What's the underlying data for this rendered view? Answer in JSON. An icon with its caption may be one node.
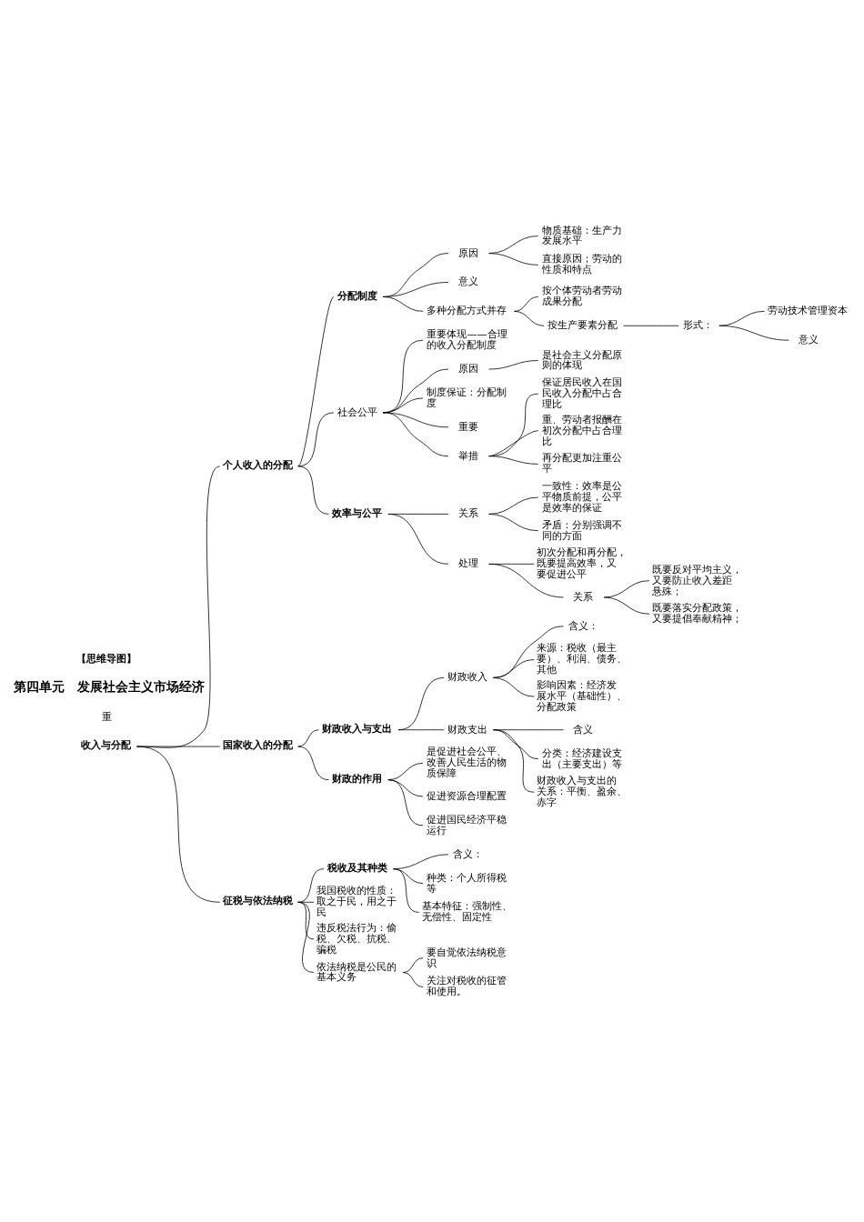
{
  "diagram": {
    "nodes": [
      {
        "text": [
          "收入与分配"
        ]
      },
      {
        "text": [
          "个人收入的分配"
        ]
      },
      {
        "text": [
          "分配制度"
        ]
      },
      {
        "text": [
          "原因"
        ]
      },
      {
        "text": [
          "物质基础：生产力发展水平"
        ]
      },
      {
        "text": [
          "直接原因；劳动的性质和特点"
        ]
      },
      {
        "text": [
          "意义"
        ]
      },
      {
        "text": [
          "多种分配方式并存"
        ]
      },
      {
        "text": [
          "按个体劳动者劳动成果分配"
        ]
      },
      {
        "text": [
          "按生产要素分配"
        ]
      },
      {
        "text": [
          "形式："
        ]
      },
      {
        "text": [
          "劳动技术管理资本"
        ]
      },
      {
        "text": [
          "意义"
        ]
      },
      {
        "text": [
          "社会公平"
        ]
      },
      {
        "text": [
          "重要体现——合理的收入分配制度"
        ]
      },
      {
        "text": [
          "原因"
        ]
      },
      {
        "text": [
          "是社会主义分配原则的体现"
        ]
      },
      {
        "text": [
          "制度保证：分配制度"
        ]
      },
      {
        "text": [
          "重要"
        ]
      },
      {
        "text": [
          "举措"
        ]
      },
      {
        "text": [
          "保证居民收入在国民收入分配中占合理比"
        ]
      },
      {
        "text": [
          "重、劳动者报酬在初次分配中占合理比"
        ]
      },
      {
        "text": [
          "再分配更加注重公平"
        ]
      },
      {
        "text": [
          "效率与公平"
        ]
      },
      {
        "text": [
          "关系"
        ]
      },
      {
        "text": [
          "一致性：效率是公平物质前提，公平是效率的保证"
        ]
      },
      {
        "text": [
          "矛盾：分别强调不同的方面"
        ]
      },
      {
        "text": [
          "处理"
        ]
      },
      {
        "text": [
          "初次分配和再分配，既要提高效率，又要促进公平"
        ]
      },
      {
        "text": [
          "关系"
        ]
      },
      {
        "text": [
          "既要反对平均主义，又要防止收入差距悬殊；"
        ]
      },
      {
        "text": [
          "既要落实分配政策，又要提倡奉献精神；"
        ]
      },
      {
        "text": [
          "国家收入的分配"
        ]
      },
      {
        "text": [
          "财政收入与支出"
        ]
      },
      {
        "text": [
          "财政收入"
        ]
      },
      {
        "text": [
          "含义："
        ]
      },
      {
        "text": [
          "来源：税收（最主要）、利润、债务、其他"
        ]
      },
      {
        "text": [
          "影响因素：经济发展水平（基础性）、分配政策"
        ]
      },
      {
        "text": [
          "财政支出"
        ]
      },
      {
        "text": [
          "含义"
        ]
      },
      {
        "text": [
          "分类：经济建设支出（主要支出）等"
        ]
      },
      {
        "text": [
          "财政收入与支出的关系：平衡、盈余、赤字"
        ]
      },
      {
        "text": [
          "财政的作用"
        ]
      },
      {
        "text": [
          "是促进社会公平、改善人民生活的物质保障"
        ]
      },
      {
        "text": [
          "促进资源合理配置"
        ]
      },
      {
        "text": [
          "促进国民经济平稳运行"
        ]
      },
      {
        "text": [
          "征税与依法纳税"
        ]
      },
      {
        "text": [
          "税收及其种类"
        ]
      },
      {
        "text": [
          "含义："
        ]
      },
      {
        "text": [
          "种类：个人所得税等"
        ]
      },
      {
        "text": [
          "基本特征：强制性、无偿性、固定性"
        ]
      },
      {
        "text": [
          "我国税收的性质：取之于民，用之于民"
        ]
      },
      {
        "text": [
          "违反税法行为：偷税、欠税、抗税、骗税"
        ]
      },
      {
        "text": [
          "依法纳税是公民的基本义务"
        ]
      },
      {
        "text": [
          "要自觉依法纳税意识"
        ]
      },
      {
        "text": [
          "关注对税收的征管和使用。"
        ]
      }
    ],
    "edges": [
      {
        "from": 0,
        "to": 1,
        "arrow": "none"
      },
      {
        "from": 1,
        "to": 2,
        "arrow": "none"
      },
      {
        "from": 2,
        "to": 3,
        "arrow": "none"
      },
      {
        "from": 3,
        "to": 4,
        "arrow": "none"
      },
      {
        "from": 3,
        "to": 5,
        "arrow": "none"
      },
      {
        "from": 2,
        "to": 6,
        "arrow": "none"
      },
      {
        "from": 2,
        "to": 7,
        "arrow": "none"
      },
      {
        "from": 7,
        "to": 8,
        "arrow": "none"
      },
      {
        "from": 7,
        "to": 9,
        "arrow": "none"
      },
      {
        "from": 9,
        "to": 10,
        "arrow": "none"
      },
      {
        "from": 10,
        "to": 11,
        "arrow": "none"
      },
      {
        "from": 10,
        "to": 12,
        "arrow": "none"
      },
      {
        "from": 1,
        "to": 13,
        "arrow": "none"
      },
      {
        "from": 13,
        "to": 14,
        "arrow": "none"
      },
      {
        "from": 13,
        "to": 15,
        "arrow": "none"
      },
      {
        "from": 15,
        "to": 16,
        "arrow": "none"
      },
      {
        "from": 13,
        "to": 17,
        "arrow": "none"
      },
      {
        "from": 13,
        "to": 18,
        "arrow": "none"
      },
      {
        "from": 13,
        "to": 19,
        "arrow": "none"
      },
      {
        "from": 19,
        "to": 20,
        "arrow": "none"
      },
      {
        "from": 19,
        "to": 21,
        "arrow": "none"
      },
      {
        "from": 19,
        "to": 22,
        "arrow": "none"
      },
      {
        "from": 1,
        "to": 23,
        "arrow": "none"
      },
      {
        "from": 23,
        "to": 24,
        "arrow": "none"
      },
      {
        "from": 24,
        "to": 25,
        "arrow": "none"
      },
      {
        "from": 24,
        "to": 26,
        "arrow": "none"
      },
      {
        "from": 23,
        "to": 27,
        "arrow": "none"
      },
      {
        "from": 27,
        "to": 28,
        "arrow": "none"
      },
      {
        "from": 27,
        "to": 29,
        "arrow": "none"
      },
      {
        "from": 29,
        "to": 30,
        "arrow": "none"
      },
      {
        "from": 29,
        "to": 31,
        "arrow": "none"
      },
      {
        "from": 0,
        "to": 32,
        "arrow": "none"
      },
      {
        "from": 32,
        "to": 33,
        "arrow": "none"
      },
      {
        "from": 33,
        "to": 34,
        "arrow": "none"
      },
      {
        "from": 34,
        "to": 35,
        "arrow": "none"
      },
      {
        "from": 34,
        "to": 36,
        "arrow": "none"
      },
      {
        "from": 34,
        "to": 37,
        "arrow": "none"
      },
      {
        "from": 33,
        "to": 38,
        "arrow": "none"
      },
      {
        "from": 38,
        "to": 39,
        "arrow": "none"
      },
      {
        "from": 38,
        "to": 40,
        "arrow": "none"
      },
      {
        "from": 38,
        "to": 41,
        "arrow": "none"
      },
      {
        "from": 32,
        "to": 42,
        "arrow": "none"
      },
      {
        "from": 42,
        "to": 43,
        "arrow": "none"
      },
      {
        "from": 42,
        "to": 44,
        "arrow": "none"
      },
      {
        "from": 42,
        "to": 45,
        "arrow": "none"
      },
      {
        "from": 0,
        "to": 46,
        "arrow": "none"
      },
      {
        "from": 46,
        "to": 47,
        "arrow": "none"
      },
      {
        "from": 47,
        "to": 48,
        "arrow": "none"
      },
      {
        "from": 47,
        "to": 49,
        "arrow": "none"
      },
      {
        "from": 47,
        "to": 50,
        "arrow": "none"
      },
      {
        "from": 46,
        "to": 51,
        "arrow": "none"
      },
      {
        "from": 46,
        "to": 52,
        "arrow": "none"
      },
      {
        "from": 46,
        "to": 53,
        "arrow": "none"
      },
      {
        "from": 53,
        "to": 54,
        "arrow": "none"
      },
      {
        "from": 53,
        "to": 55,
        "arrow": "none"
      }
    ],
    "labels": [
      "重",
      "第四单元　发展社会主义市场经济",
      "【思维导图】"
    ]
  }
}
